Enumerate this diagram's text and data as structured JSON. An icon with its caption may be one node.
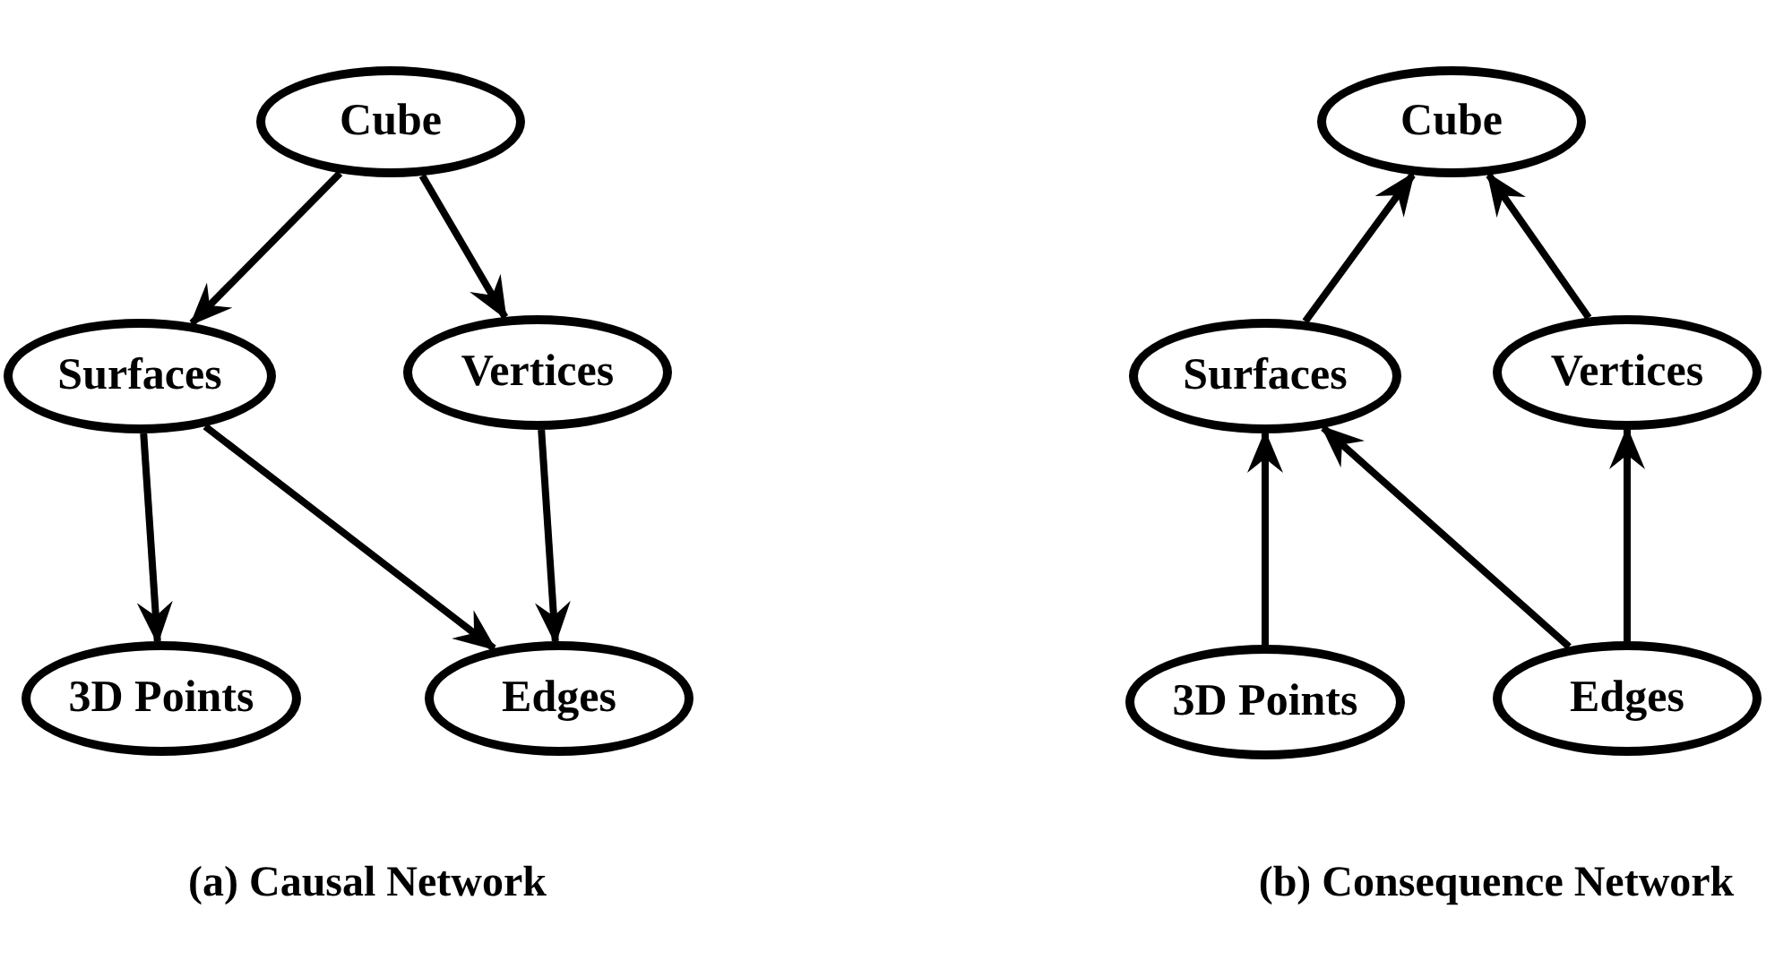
{
  "diagram": {
    "nodes": [
      {
        "text": [
          "Cube"
        ]
      },
      {
        "text": [
          "Surfaces"
        ]
      },
      {
        "text": [
          "Vertices"
        ]
      },
      {
        "text": [
          "3D Points"
        ]
      },
      {
        "text": [
          "Edges"
        ]
      },
      {
        "text": [
          "Cube"
        ]
      },
      {
        "text": [
          "Surfaces"
        ]
      },
      {
        "text": [
          "Vertices"
        ]
      },
      {
        "text": [
          "3D Points"
        ]
      },
      {
        "text": [
          "Edges"
        ]
      }
    ],
    "edges": [
      {
        "from": 0,
        "to": 1,
        "arrow": "to"
      },
      {
        "from": 0,
        "to": 2,
        "arrow": "to"
      },
      {
        "from": 1,
        "to": 3,
        "arrow": "to"
      },
      {
        "from": 1,
        "to": 4,
        "arrow": "to"
      },
      {
        "from": 2,
        "to": 4,
        "arrow": "to"
      },
      {
        "from": 6,
        "to": 5,
        "arrow": "to"
      },
      {
        "from": 7,
        "to": 5,
        "arrow": "to"
      },
      {
        "from": 8,
        "to": 6,
        "arrow": "to"
      },
      {
        "from": 9,
        "to": 6,
        "arrow": "to"
      },
      {
        "from": 9,
        "to": 7,
        "arrow": "to"
      }
    ],
    "labels": [
      "(a) Causal Network",
      "(b) Consequence Network"
    ]
  }
}
